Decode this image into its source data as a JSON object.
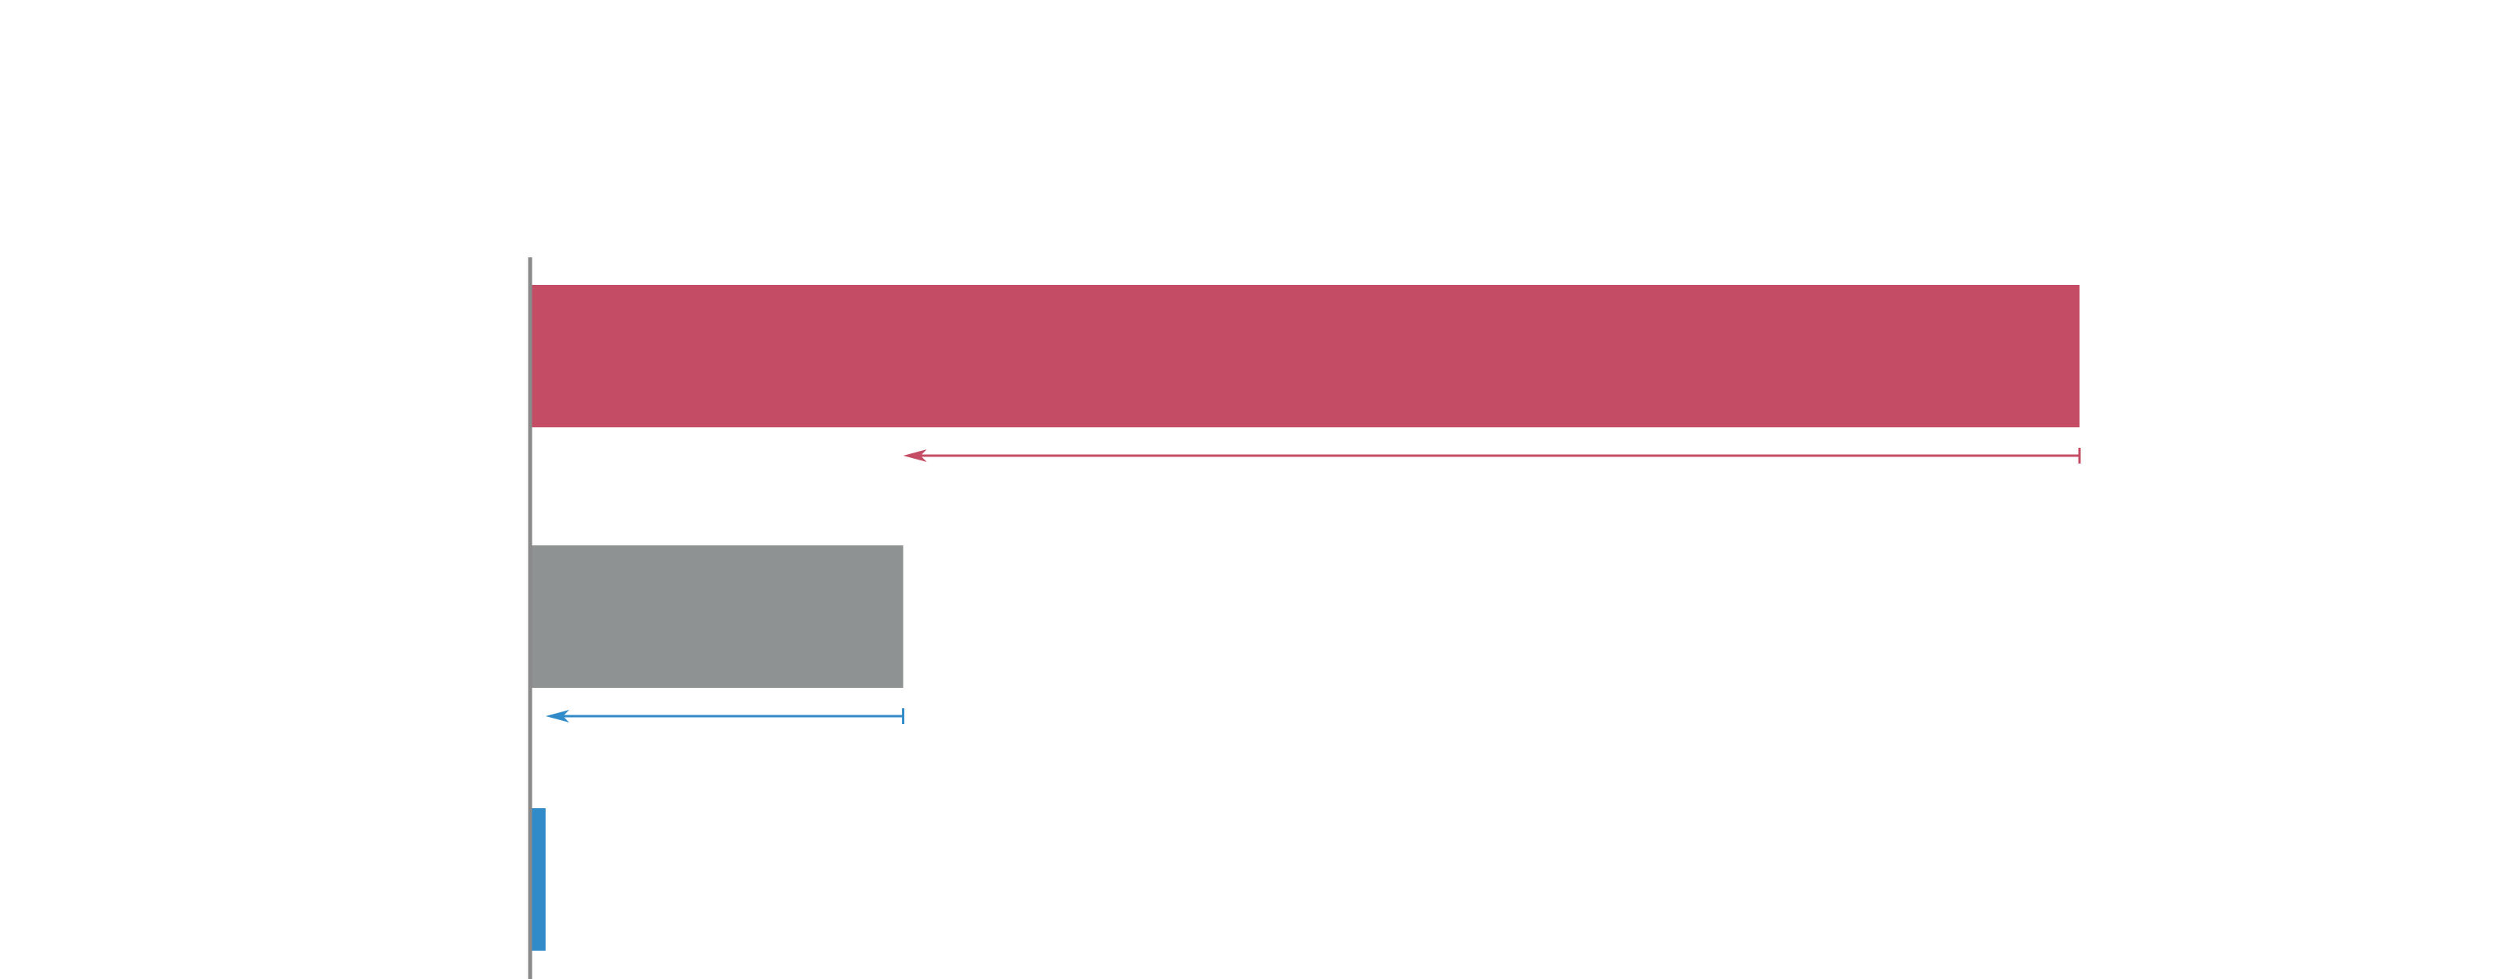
{
  "chart_data": {
    "type": "bar",
    "orientation": "horizontal",
    "title": "",
    "xlabel": "",
    "ylabel": "",
    "categories": [
      "",
      "",
      ""
    ],
    "values": [
      100,
      24,
      0.9
    ],
    "xlim": [
      0,
      100
    ],
    "grid": false,
    "legend": "none",
    "bar_colors": [
      "#c44c65",
      "#8f9293",
      "#328bc9"
    ],
    "axis_color": "#8a8a8a",
    "annotations": [
      {
        "type": "arrow",
        "from_value": 100,
        "to_value": 24,
        "below_bar": 0,
        "color": "#c44c65"
      },
      {
        "type": "arrow",
        "from_value": 24,
        "to_value": 0.9,
        "below_bar": 1,
        "color": "#328bc9"
      }
    ]
  }
}
